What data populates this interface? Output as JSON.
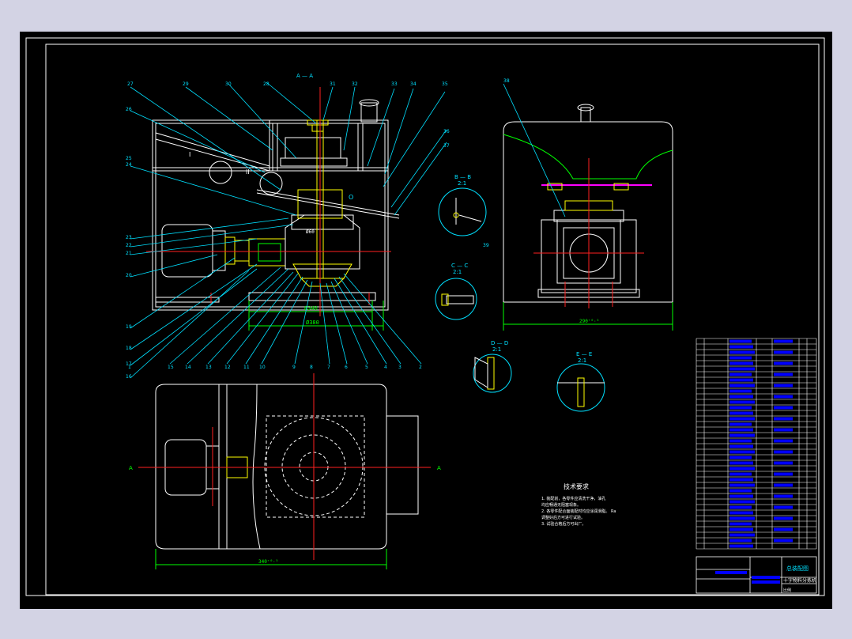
{
  "colors": {
    "background": "#d3d3e4",
    "viewport": "#000000",
    "outline": "#ffffff",
    "center_line": "#ff2020",
    "leader": "#00e0ff",
    "dimension": "#00ff00",
    "parts": "#ffff00",
    "table_fill": "#0000ff",
    "magenta": "#ff00ff"
  },
  "views": {
    "section_aa_title": "A — A",
    "section_bb_title": "B — B",
    "section_bb_scale": "2:1",
    "section_cc_title": "C — C",
    "section_cc_scale": "2:1",
    "section_dd_title": "D — D",
    "section_dd_scale": "2:1",
    "section_ee_title": "E — E",
    "section_ee_scale": "2:1",
    "cut_marker_left": "A",
    "cut_marker_right": "A",
    "marker_O": "O",
    "marker_I": "I",
    "marker_II": "II"
  },
  "dimensions": {
    "front_340": "Ø340",
    "front_380": "Ø380",
    "front_60": "Ø60",
    "side_width": "290⁺⁰·⁵",
    "plan_width": "340⁺⁰·⁵"
  },
  "balloons_top": [
    "27",
    "29",
    "30",
    "28",
    "31",
    "32",
    "33",
    "34",
    "35"
  ],
  "balloons_left": [
    "26",
    "25",
    "24",
    "23",
    "22",
    "21",
    "20",
    "19",
    "18",
    "17",
    "16"
  ],
  "balloons_bottom": [
    "15",
    "14",
    "13",
    "12",
    "11",
    "10",
    "9",
    "8",
    "7",
    "6",
    "5",
    "4",
    "3",
    "2",
    "1"
  ],
  "balloons_right": [
    "36",
    "37",
    "39",
    "38"
  ],
  "notes": {
    "title": "技术要求",
    "lines": [
      "1. 装配前，各零件应清洗干净，油孔",
      "   均应畅通无阻塞现象。",
      "2. 各零件配合面装配时均应涂润滑脂。 Ra",
      "   调整好后方可进行试验。",
      "3. 试验合格后方可出厂。"
    ]
  },
  "title_block": {
    "name": "总装配图",
    "product": "十字物料分拣机",
    "scale_label": "比例"
  }
}
